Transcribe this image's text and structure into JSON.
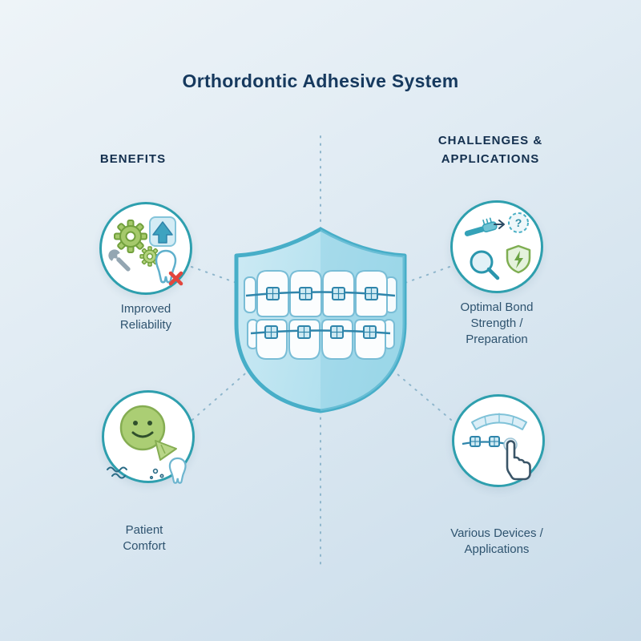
{
  "title": "Orthordontic Adhesive System",
  "headers": {
    "left": "BENEFITS",
    "right": "CHALLENGES & APPLICATIONS"
  },
  "items": [
    {
      "id": "improved-reliability",
      "label": "Improved Reliability",
      "icon": "gears-wrench-arrow-tooth-icon"
    },
    {
      "id": "optimal-bond-strength",
      "label": "Optimal Bond Strength / Preparation",
      "icon": "toothbrush-question-magnifier-shield-icon"
    },
    {
      "id": "patient-comfort",
      "label": "Patient Comfort",
      "icon": "smiley-horn-tooth-icon"
    },
    {
      "id": "various-devices",
      "label": "Various Devices / Applications",
      "icon": "aligner-braces-pointer-icon"
    }
  ],
  "center": {
    "illustration": "shield-with-braces-teeth"
  },
  "glyphs": {
    "question_mark": "?"
  },
  "colors": {
    "background_top": "#eef4f8",
    "background_bottom": "#c9dcea",
    "accent_teal": "#2e9fae",
    "shield_fill": "#aadcec",
    "shield_border": "#47aec8",
    "bracket_blue": "#2f85ab",
    "green_accent": "#a5c96b",
    "text_dark": "#16395e",
    "label_text": "#2e536f",
    "red_x": "#e2463d",
    "dashed_line": "#8fb6cc"
  }
}
